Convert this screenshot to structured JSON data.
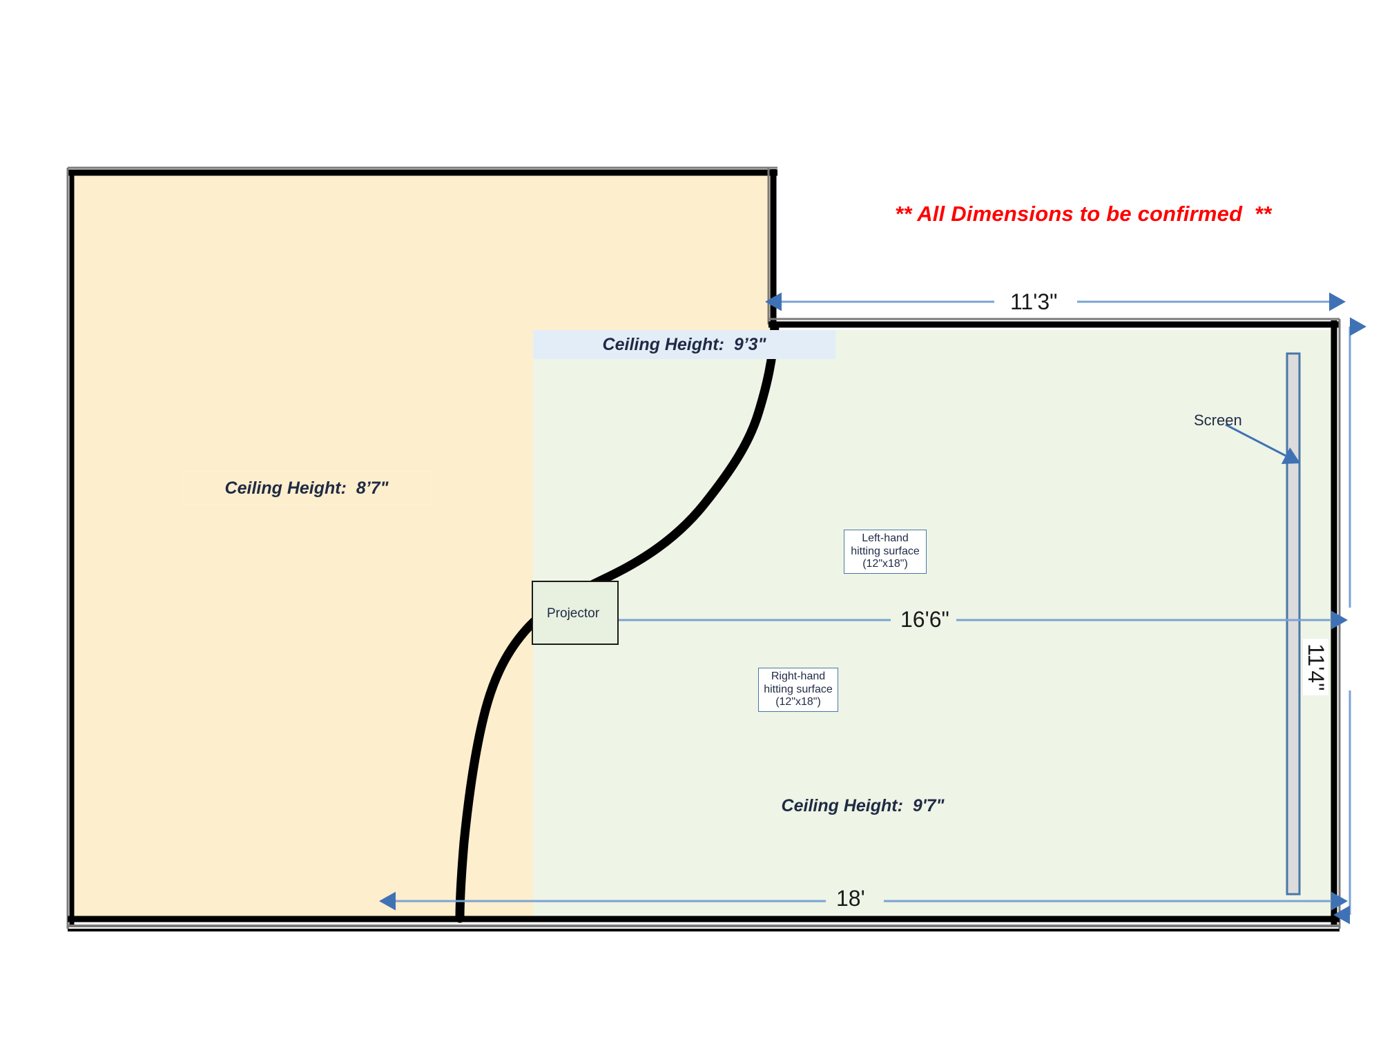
{
  "diagram": {
    "title_notice": "** All Dimensions to be confirmed  **",
    "notice_color": "#ff0000"
  },
  "rooms": {
    "left_room": {
      "fill_color": "#fdeecd",
      "ceiling_label": "Ceiling Height:  8’7\""
    },
    "upper_band": {
      "fill_color": "#e3edf8",
      "ceiling_label": "Ceiling Height:  9’3\""
    },
    "right_room": {
      "fill_color": "#eef4e6",
      "ceiling_label": "Ceiling Height:  9'7\""
    }
  },
  "objects": {
    "projector": {
      "label": "Projector",
      "border_color": "#1a1a1a",
      "fill_color": "#e8f0e0"
    },
    "screen": {
      "label": "Screen",
      "border_color": "#4a76a8",
      "fill_color": "#dcdcdc"
    },
    "left_hitting_surface": {
      "line1": "Left-hand",
      "line2": "hitting surface",
      "line3": "(12\"x18\")",
      "border_color": "#4a76a8"
    },
    "right_hitting_surface": {
      "line1": "Right-hand",
      "line2": "hitting surface",
      "line3": "(12\"x18\")",
      "border_color": "#4a76a8"
    }
  },
  "dimensions": {
    "top_width": "11'3\"",
    "projector_to_screen": "16'6\"",
    "bottom_width": "18'",
    "right_height": "11'4\"",
    "line_color": "#7aa3d4"
  },
  "walls": {
    "color": "#000000"
  }
}
